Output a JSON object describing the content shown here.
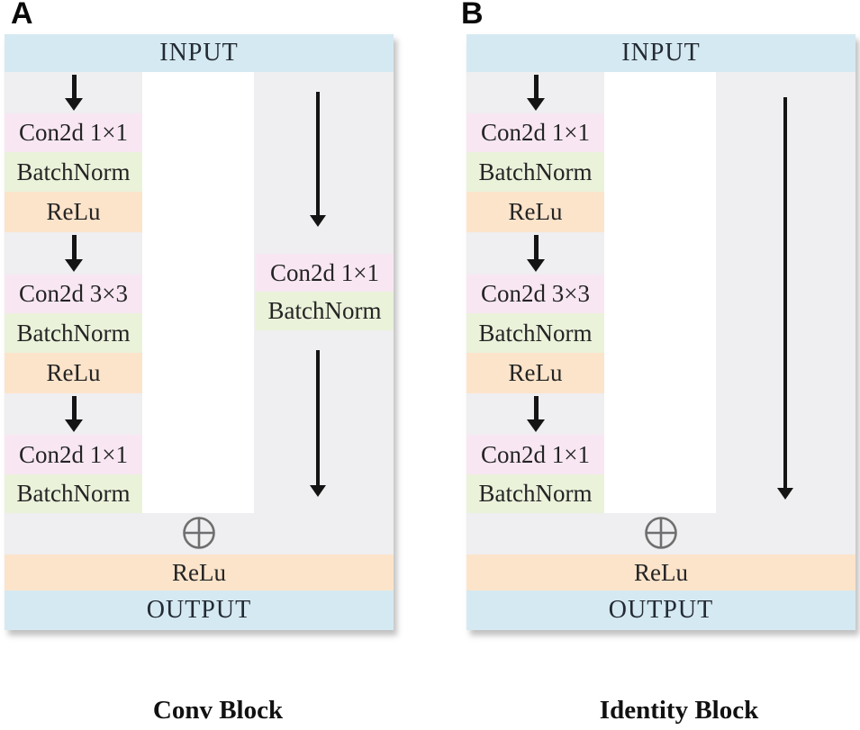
{
  "colors": {
    "io_fill": "#d5e9f2",
    "conv_fill": "#f8e7f3",
    "bn_fill": "#eaf2da",
    "relu_fill": "#fce4cb",
    "panel_bg": "#efeef0",
    "white_col": "#ffffff",
    "arrow": "#141414",
    "add_icon": "#6f6f6f",
    "text": "#242424",
    "caption_text": "#111111"
  },
  "panels": [
    {
      "id": "conv-block",
      "corner_label": "A",
      "caption": "Conv Block",
      "input_label": "INPUT",
      "output_label": "OUTPUT",
      "merge_relu_label": "ReLu",
      "add_symbol": "circle-plus",
      "main_path": [
        {
          "label": "Con2d 1×1"
        },
        {
          "label": "BatchNorm"
        },
        {
          "label": "ReLu"
        },
        {
          "label": "Con2d 3×3"
        },
        {
          "label": "BatchNorm"
        },
        {
          "label": "ReLu"
        },
        {
          "label": "Con2d 1×1"
        },
        {
          "label": "BatchNorm"
        }
      ],
      "shortcut_path": [
        {
          "label": "Con2d 1×1"
        },
        {
          "label": "BatchNorm"
        }
      ]
    },
    {
      "id": "identity-block",
      "corner_label": "B",
      "caption": "Identity Block",
      "input_label": "INPUT",
      "output_label": "OUTPUT",
      "merge_relu_label": "ReLu",
      "add_symbol": "circle-plus",
      "main_path": [
        {
          "label": "Con2d 1×1"
        },
        {
          "label": "BatchNorm"
        },
        {
          "label": "ReLu"
        },
        {
          "label": "Con2d 3×3"
        },
        {
          "label": "BatchNorm"
        },
        {
          "label": "ReLu"
        },
        {
          "label": "Con2d 1×1"
        },
        {
          "label": "BatchNorm"
        }
      ],
      "shortcut_path": []
    }
  ]
}
